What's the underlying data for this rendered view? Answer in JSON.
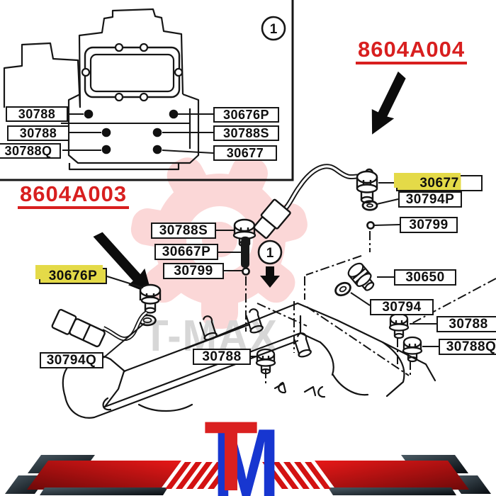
{
  "inset": {
    "badge": "1",
    "left_labels": [
      "30788",
      "30788",
      "30788Q"
    ],
    "right_labels": [
      "30676P",
      "30788S",
      "30677"
    ]
  },
  "callouts": {
    "left": "8604A003",
    "right": "8604A004"
  },
  "diagram": {
    "badge": "1",
    "labels": {
      "p30788s": "30788S",
      "p30667p": "30667P",
      "p30799_left": "30799",
      "p30676p": "30676P",
      "p30794q": "30794Q",
      "p30788_bottom": "30788",
      "p30677": "30677",
      "p30794p": "30794P",
      "p30799_right": "30799",
      "p30650": "30650",
      "p30794": "30794",
      "p30788_right": "30788",
      "p30788q": "30788Q"
    }
  },
  "watermark": {
    "text": "T-MAX"
  },
  "logo": {
    "letter_t": "T",
    "letter_m": "M"
  },
  "colors": {
    "highlight": "#e4da48",
    "callout_red": "#d81f1f",
    "watermark_pink": "#fbd7d7",
    "watermark_gray": "#d7d7d7",
    "logo_red": "#da2020",
    "logo_blue": "#1736d0"
  }
}
